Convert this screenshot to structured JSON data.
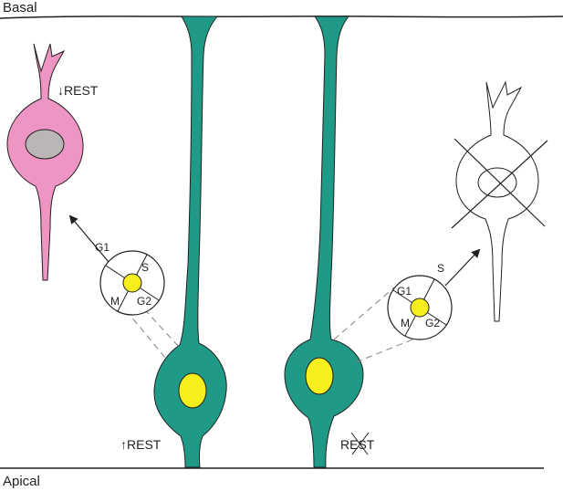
{
  "labels": {
    "basal": "Basal",
    "apical": "Apical",
    "rest_down": "↓REST",
    "rest_up": "↑REST",
    "rest_crossed": "REST"
  },
  "cycle_left": {
    "g1": "G1",
    "s": "S",
    "m": "M",
    "g2": "G2"
  },
  "cycle_right": {
    "g1": "G1",
    "s": "S",
    "m": "M",
    "g2": "G2"
  },
  "colors": {
    "progenitor": "#1f9a86",
    "nucleus": "#f7ee1d",
    "neuron": "#ee95c3",
    "neuron_nucleus": "#b9b6b5",
    "stroke": "#231f20",
    "dashed": "#808080"
  }
}
